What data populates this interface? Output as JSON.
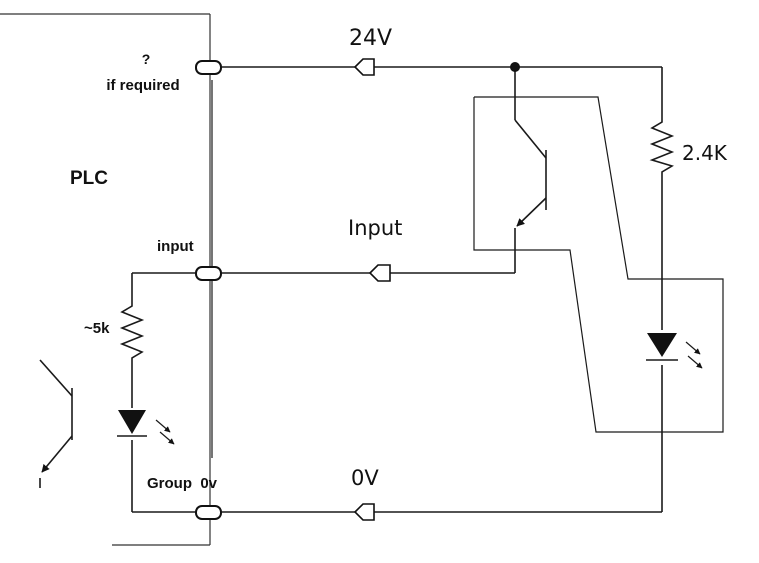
{
  "labels": {
    "question_mark": "?",
    "if_required": "if required",
    "plc": "PLC",
    "input_terminal": "input",
    "resistor_plc": "~5k",
    "group_0v": "Group  0v",
    "supply_24v": "24V",
    "input_line": "Input",
    "supply_0v": "0V",
    "resistor_sensor": "2.4K"
  }
}
